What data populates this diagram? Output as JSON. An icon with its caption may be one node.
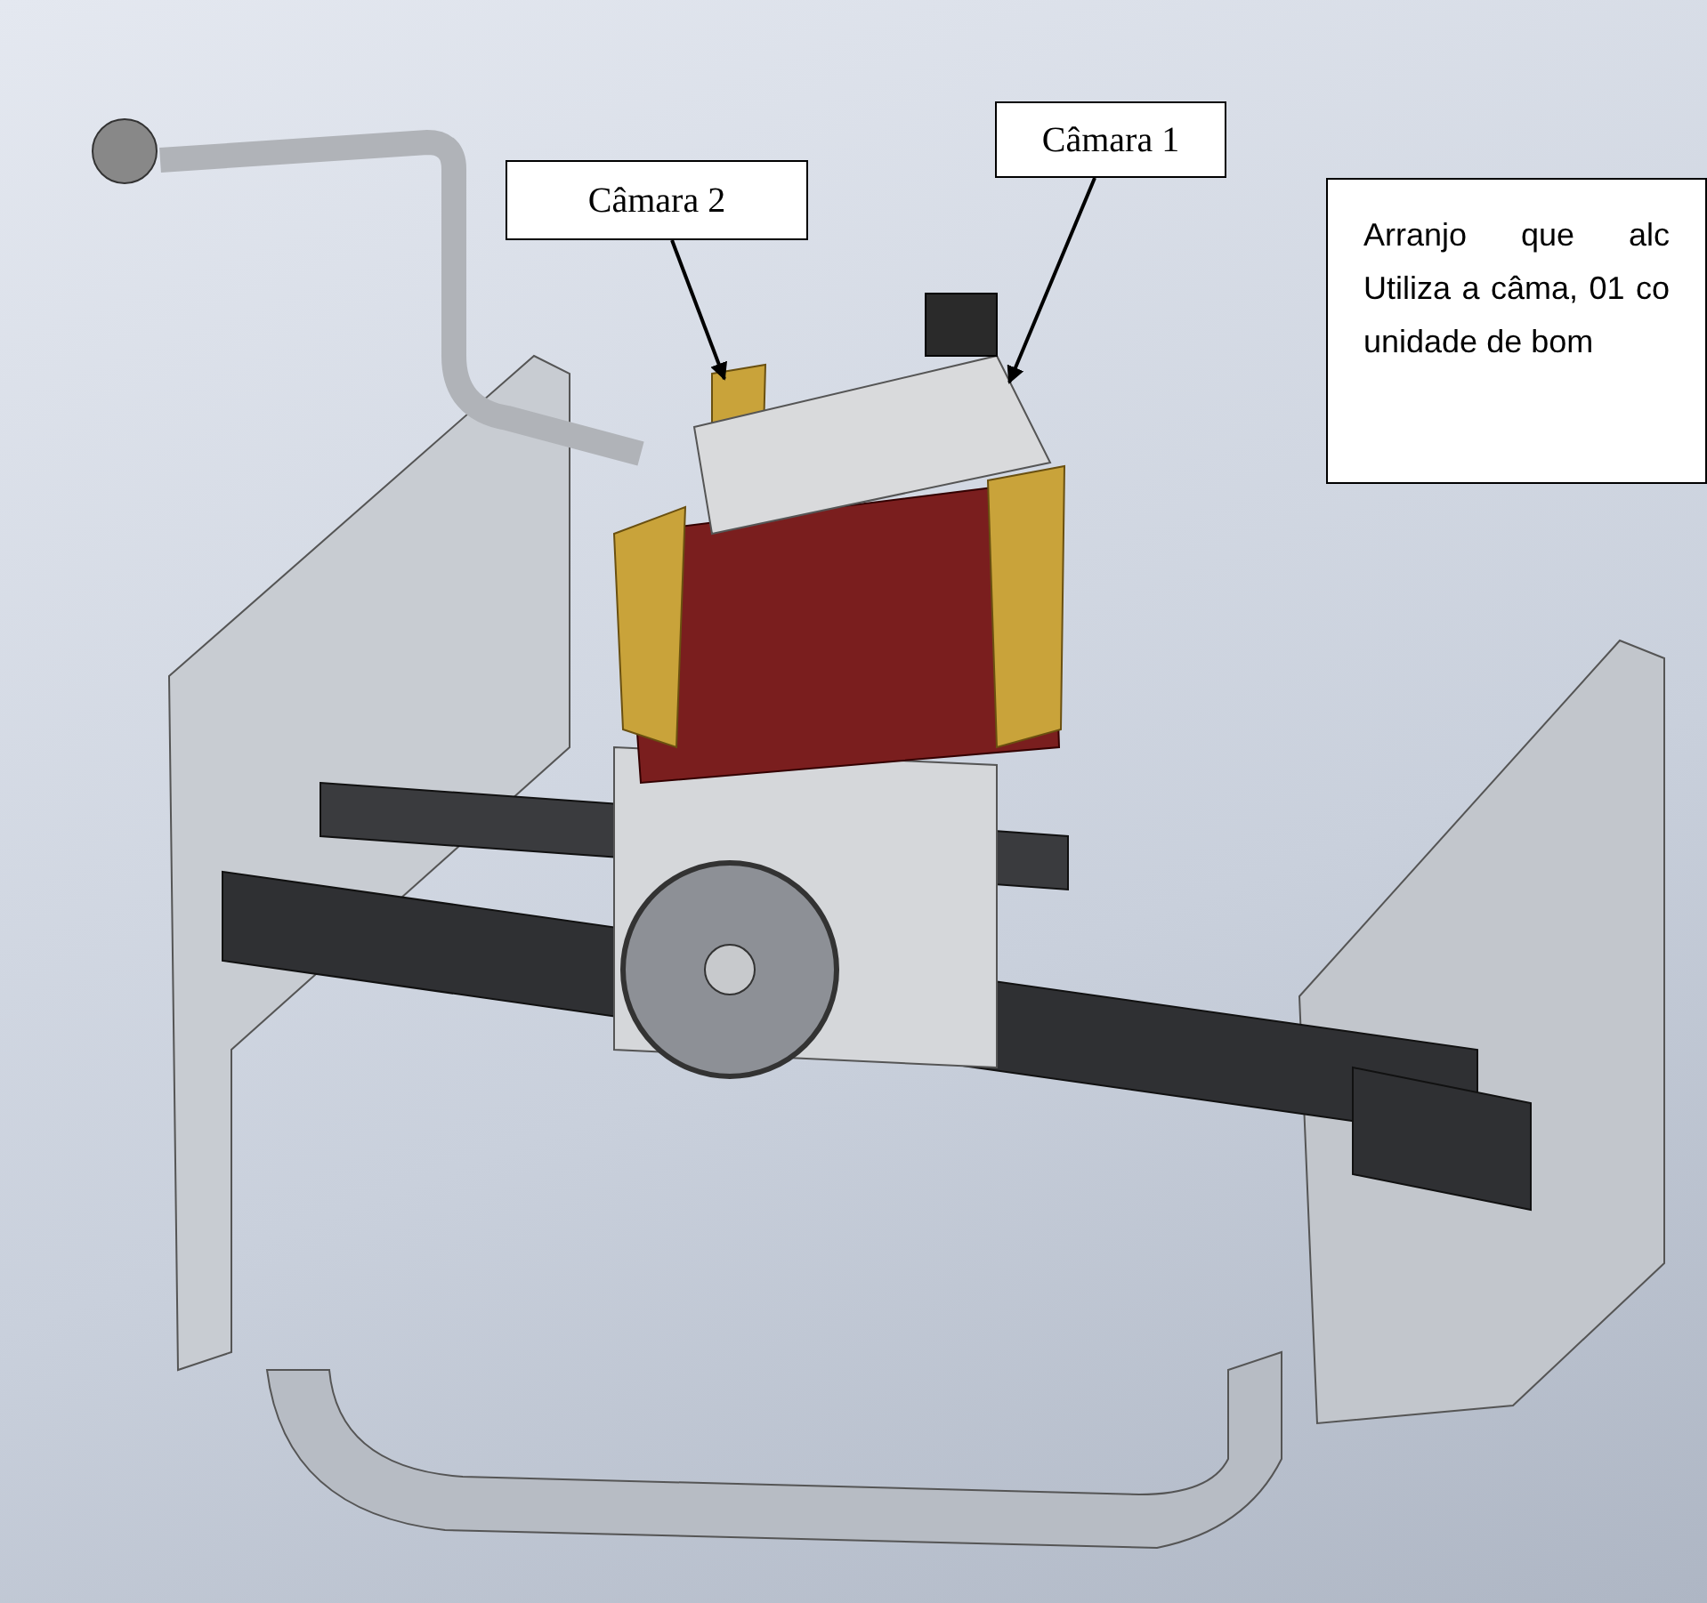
{
  "diagram": {
    "nodes": [
      {
        "text": [
          "Câmara 1"
        ]
      },
      {
        "text": [
          "Câmara 2"
        ]
      },
      {
        "text": [
          "Arranjo que alc Utiliza a câma, 01 co unidade de bom"
        ]
      }
    ],
    "edges": [
      {
        "from": 0,
        "to": null,
        "arrow": "to"
      },
      {
        "from": 1,
        "to": null,
        "arrow": "to"
      }
    ]
  }
}
